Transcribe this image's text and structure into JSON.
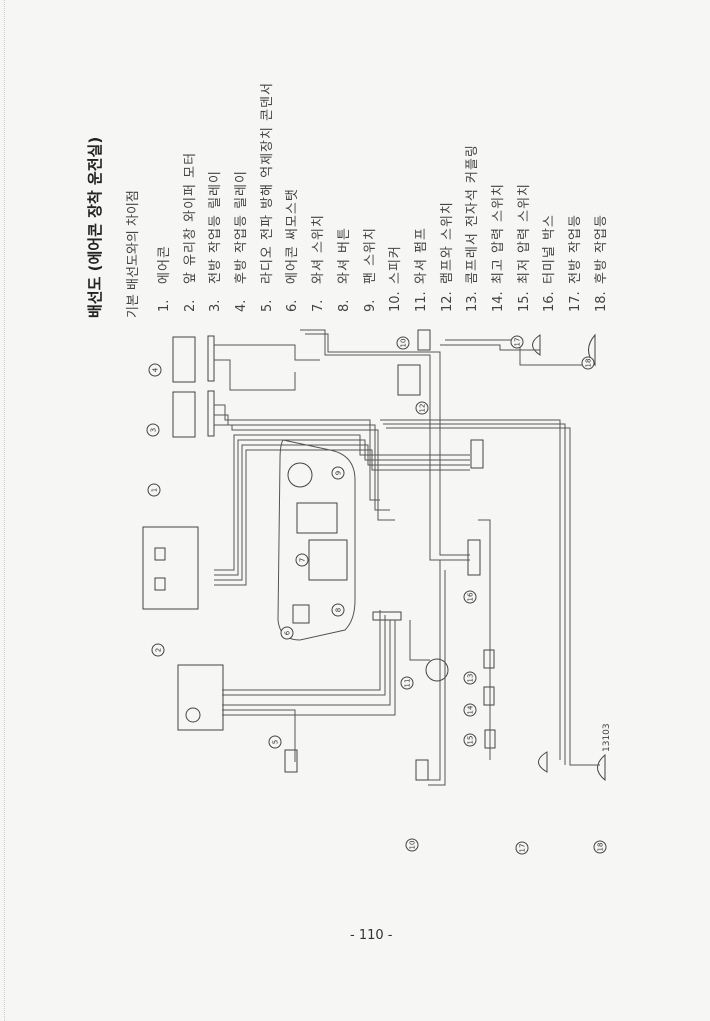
{
  "legend": {
    "title": "배선도 (에어콘 장착 운전실)",
    "subtitle": "기본 배선도와의 차이점",
    "items": [
      {
        "num": "1.",
        "label": "에어콘"
      },
      {
        "num": "2.",
        "label": "앞 유리창 와이퍼 모터"
      },
      {
        "num": "3.",
        "label": "전방 작업등 릴레이"
      },
      {
        "num": "4.",
        "label": "후방 작업등 릴레이"
      },
      {
        "num": "5.",
        "label": "라디오 전파 방해 억제장치 콘덴서"
      },
      {
        "num": "6.",
        "label": "에어콘 써모스탯"
      },
      {
        "num": "7.",
        "label": "와셔 스위치"
      },
      {
        "num": "8.",
        "label": "와셔 버튼"
      },
      {
        "num": "9.",
        "label": "팬 스위치"
      },
      {
        "num": "10.",
        "label": "스피커"
      },
      {
        "num": "11.",
        "label": "와셔 펌프"
      },
      {
        "num": "12.",
        "label": "램프와 스위치"
      },
      {
        "num": "13.",
        "label": "콤프레서 전자석 커플링"
      },
      {
        "num": "14.",
        "label": "최고 압력 스위치"
      },
      {
        "num": "15.",
        "label": "최저 압력 스위치"
      },
      {
        "num": "16.",
        "label": "터미널 박스"
      },
      {
        "num": "17.",
        "label": "전방 작업등"
      },
      {
        "num": "18.",
        "label": "후방 작업등"
      }
    ]
  },
  "diagram": {
    "code": "13103",
    "callouts": [
      "1",
      "2",
      "3",
      "4",
      "5",
      "6",
      "7",
      "8",
      "9",
      "10",
      "10",
      "11",
      "12",
      "13",
      "14",
      "15",
      "16",
      "17",
      "17",
      "18",
      "18"
    ]
  },
  "page_number": "- 110 -"
}
